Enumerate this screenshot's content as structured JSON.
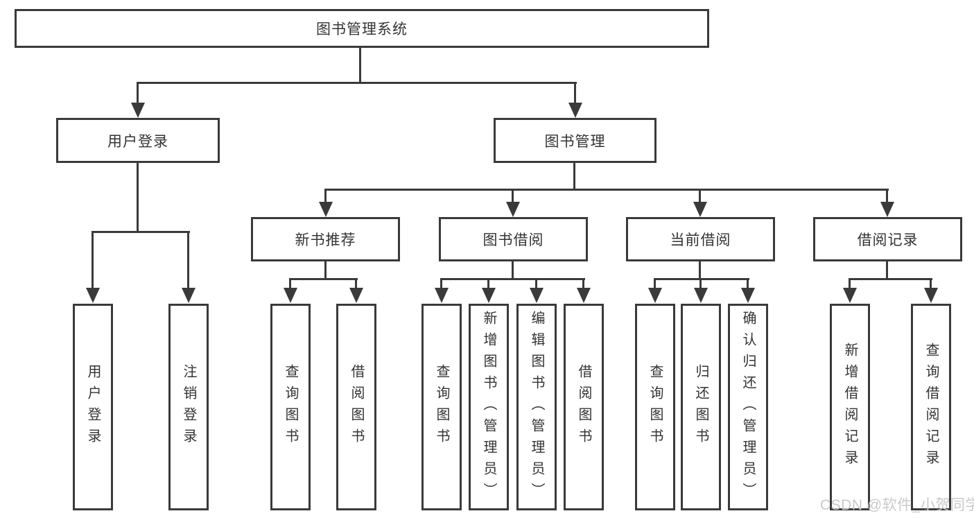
{
  "diagram_title": "图书管理系统",
  "tree": {
    "label": "图书管理系统",
    "children": [
      {
        "label": "用户登录",
        "children": [
          {
            "label": "用户登录"
          },
          {
            "label": "注销登录"
          }
        ]
      },
      {
        "label": "图书管理",
        "children": [
          {
            "label": "新书推荐",
            "children": [
              {
                "label": "查询图书"
              },
              {
                "label": "借阅图书"
              }
            ]
          },
          {
            "label": "图书借阅",
            "children": [
              {
                "label": "查询图书"
              },
              {
                "label": "新增图书（管理员）"
              },
              {
                "label": "编辑图书（管理员）"
              },
              {
                "label": "借阅图书"
              }
            ]
          },
          {
            "label": "当前借阅",
            "children": [
              {
                "label": "查询图书"
              },
              {
                "label": "归还图书"
              },
              {
                "label": "确认归还（管理员）"
              }
            ]
          },
          {
            "label": "借阅记录",
            "children": [
              {
                "label": "新增借阅记录"
              },
              {
                "label": "查询借阅记录"
              }
            ]
          }
        ]
      }
    ]
  },
  "watermark": {
    "text": "CSDN @软件_小贺同学"
  },
  "colors": {
    "line": "#3a3a3a",
    "text": "#333333",
    "background": "#ffffff",
    "watermark": "#c9c9c9"
  }
}
